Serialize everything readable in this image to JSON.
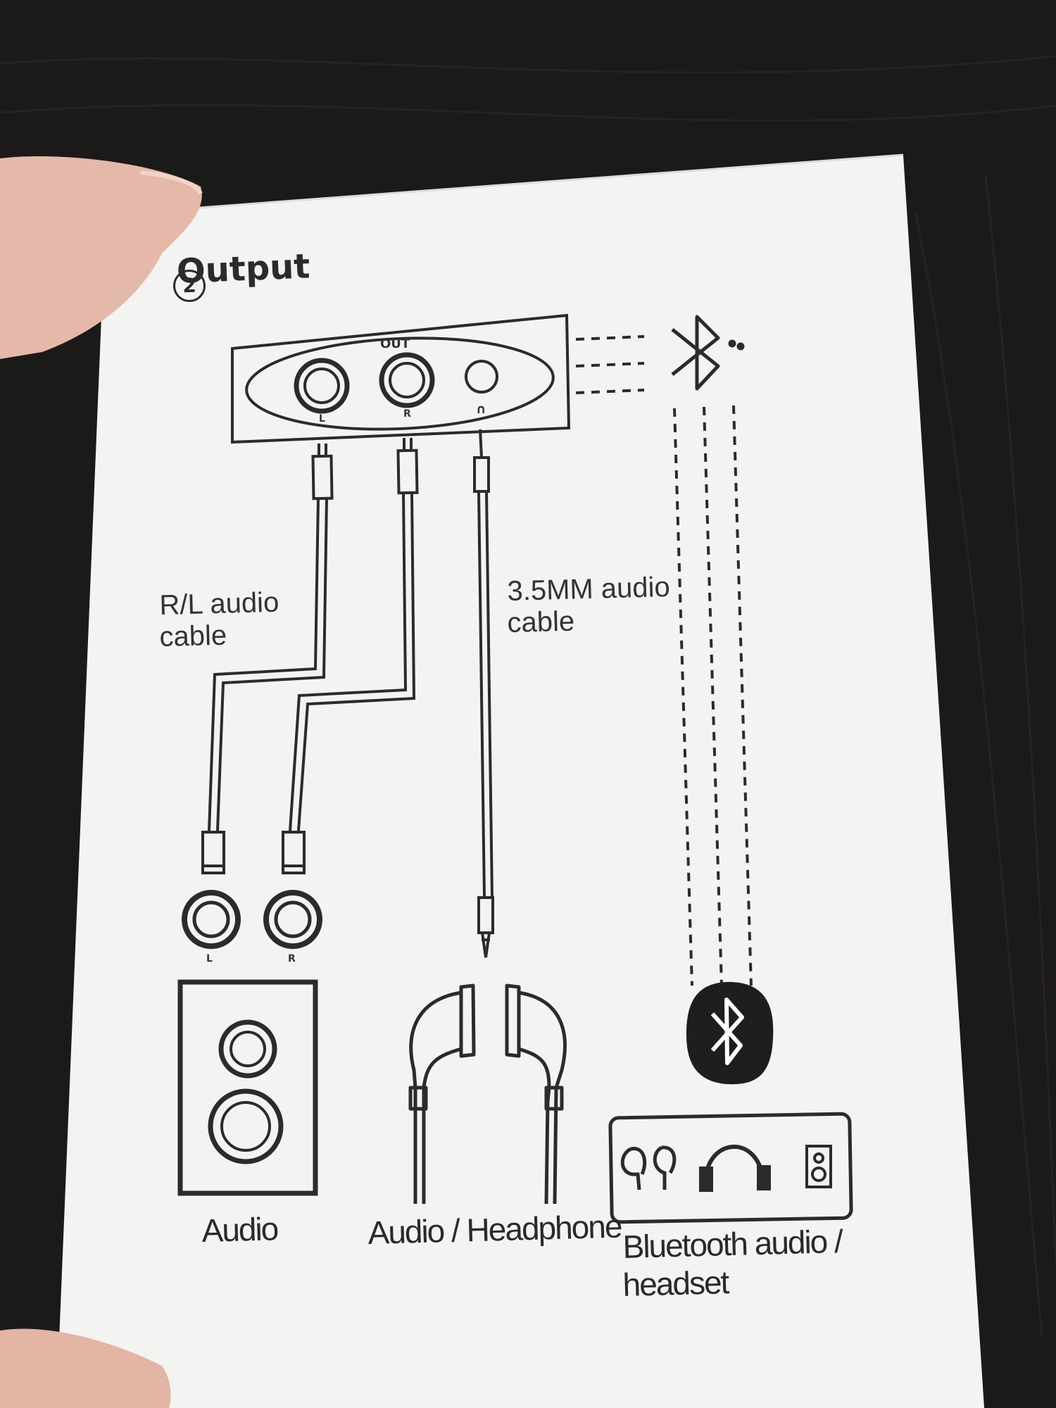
{
  "section": {
    "number": "2",
    "title": "Output"
  },
  "device": {
    "out_label": "OUT",
    "left_label": "L",
    "right_label": "R",
    "headphone_symbol": "∩"
  },
  "cables": {
    "rl_label": "R/L audio\ncable",
    "rl_line1": "R/L audio",
    "rl_line2": "cable",
    "mm_line1": "3.5MM audio",
    "mm_line2": "cable"
  },
  "rca_plugs": {
    "left": "L",
    "right": "R"
  },
  "captions": {
    "audio": "Audio",
    "headphone": "Audio / Headphone",
    "bluetooth_line1": "Bluetooth audio /",
    "bluetooth_line2": "headset"
  },
  "icons": [
    "bluetooth-icon",
    "speaker-icon",
    "earphones-icon",
    "earbuds-icon",
    "headphones-icon",
    "small-speaker-icon"
  ],
  "colors": {
    "paper": "#f3f3f1",
    "ink": "#2b2b2b",
    "table": "#1c1a19"
  }
}
